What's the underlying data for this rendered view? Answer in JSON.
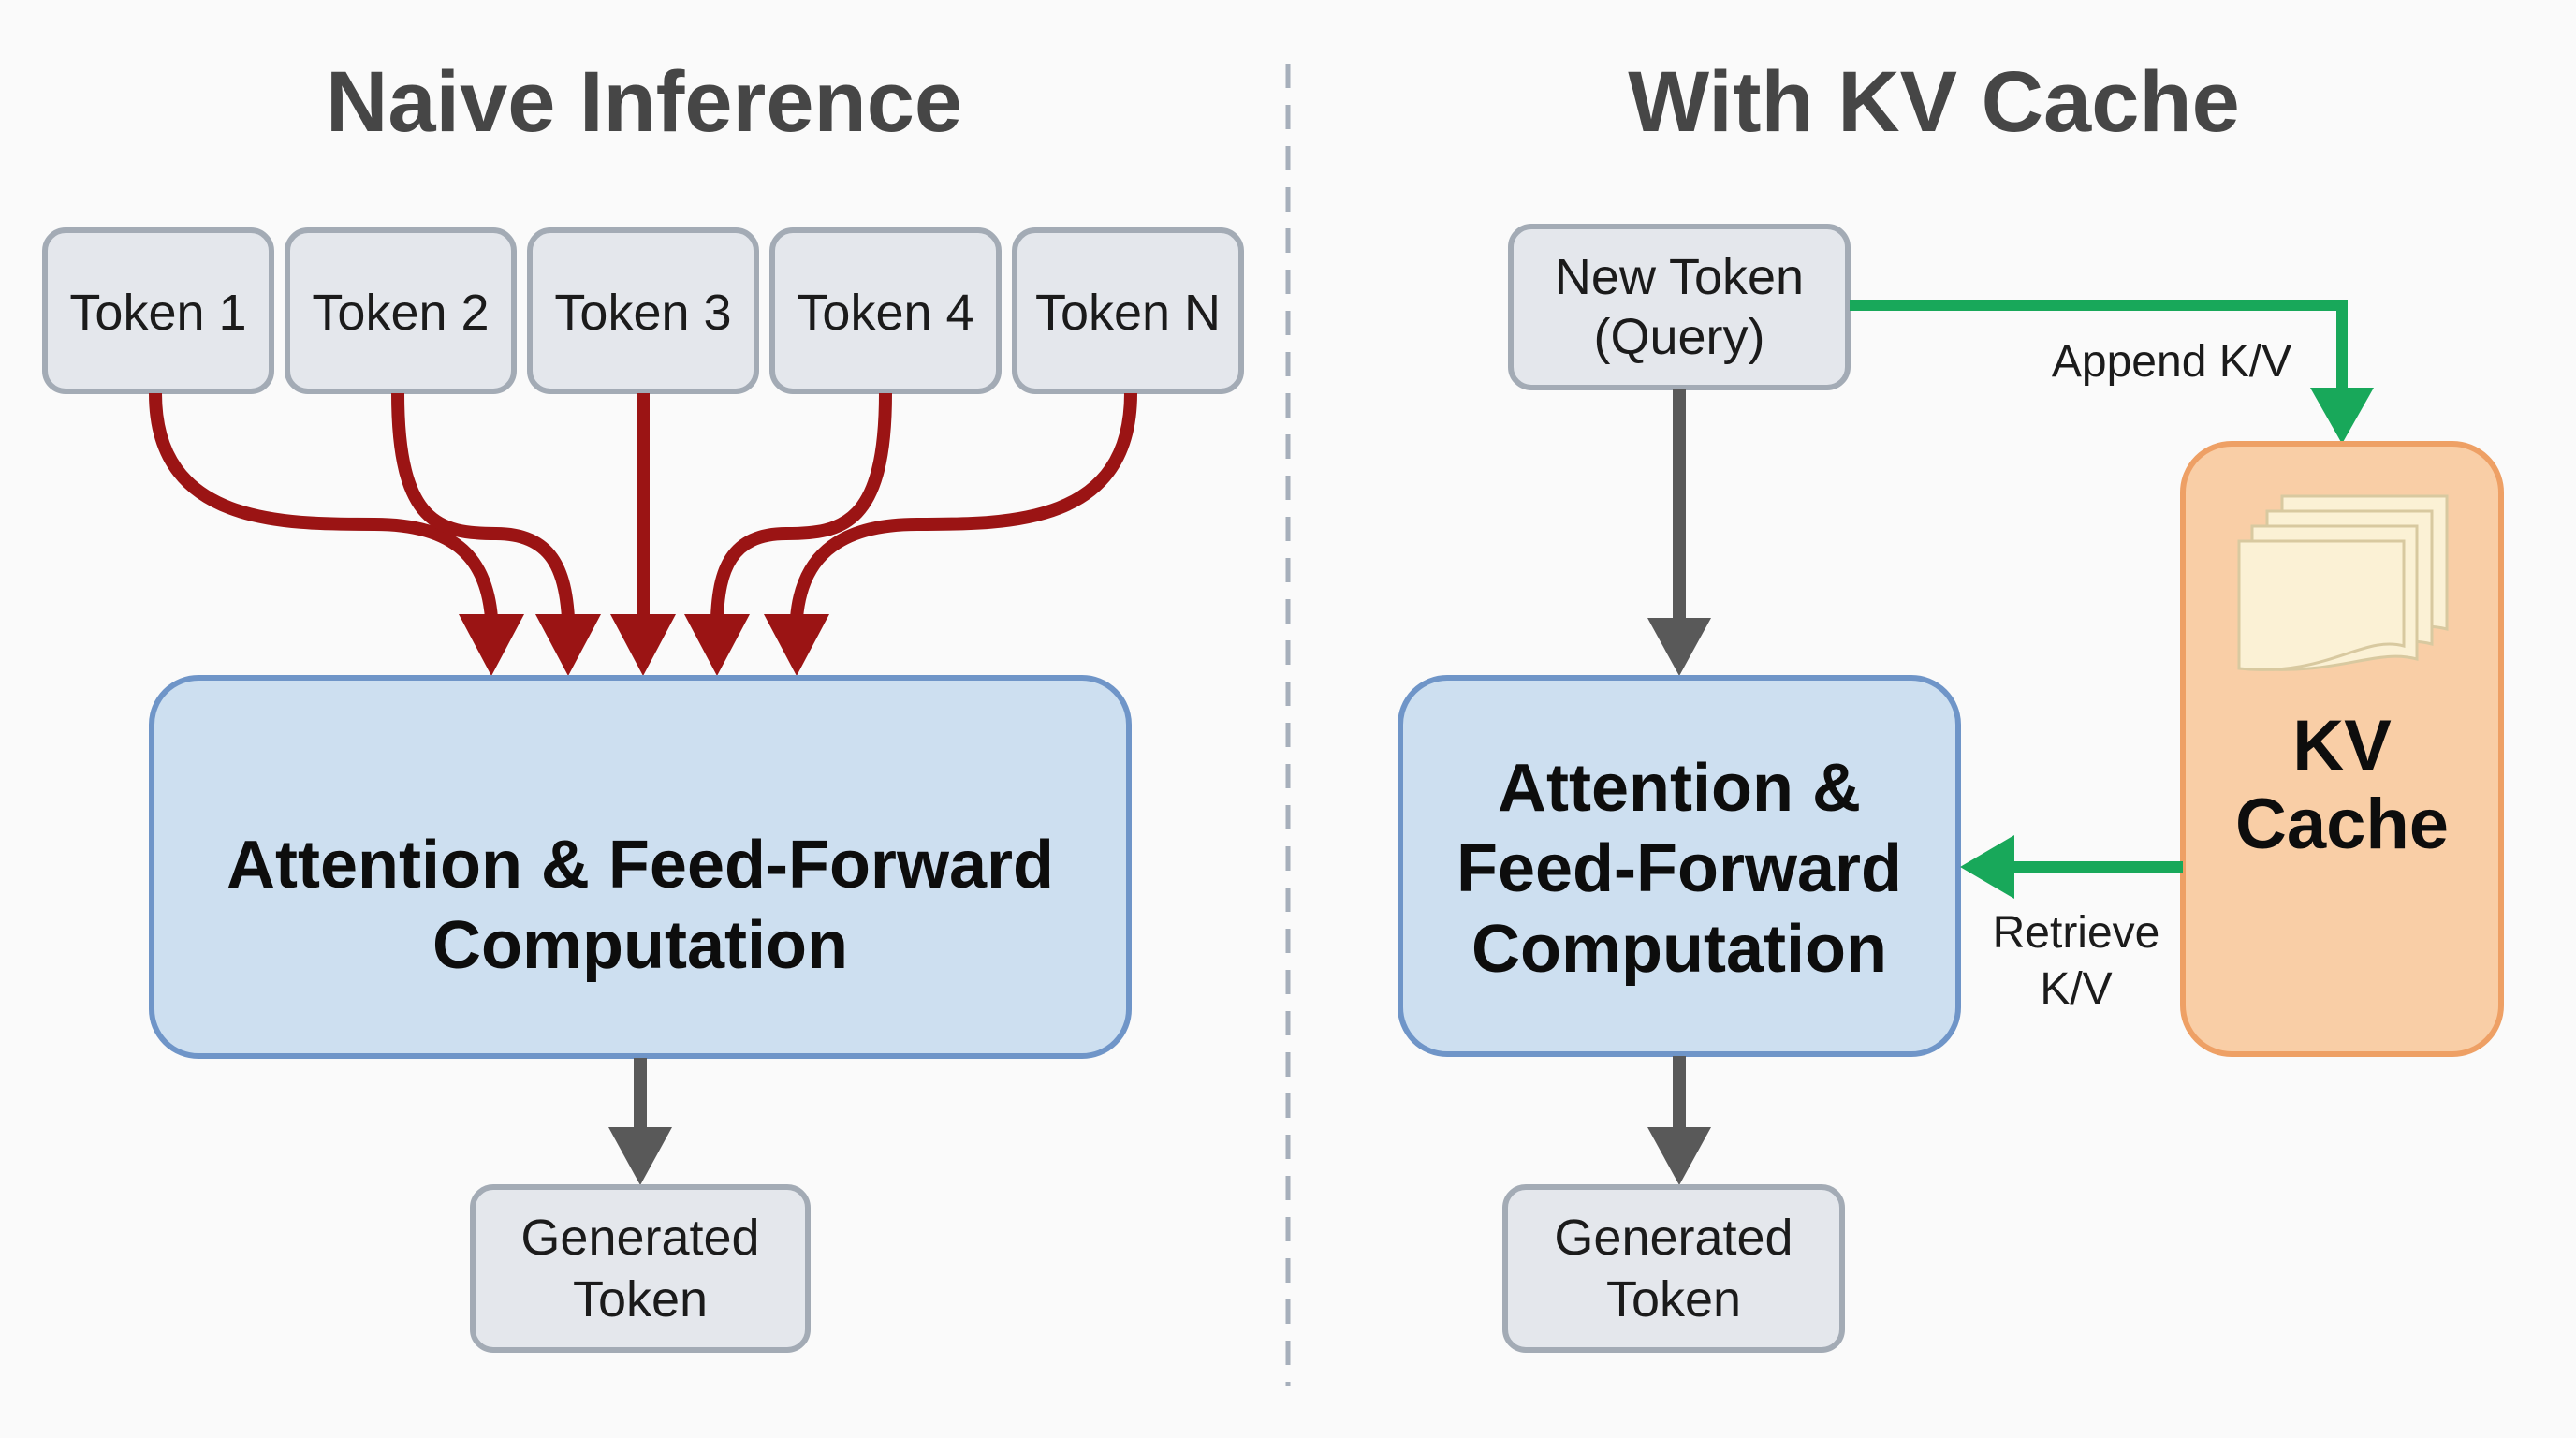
{
  "left_panel": {
    "title": "Naive Inference",
    "tokens": [
      "Token 1",
      "Token 2",
      "Token 3",
      "Token 4",
      "Token N"
    ],
    "compute_lines": [
      "Attention & Feed-Forward",
      "Computation"
    ],
    "output_lines": [
      "Generated",
      "Token"
    ]
  },
  "right_panel": {
    "title": "With KV Cache",
    "new_token_lines": [
      "New Token",
      "(Query)"
    ],
    "compute_lines": [
      "Attention &",
      "Feed-Forward",
      "Computation"
    ],
    "output_lines": [
      "Generated",
      "Token"
    ],
    "cache_lines": [
      "KV",
      "Cache"
    ],
    "cache_icon": "stacked-documents-icon",
    "append_label": "Append K/V",
    "retrieve_lines": [
      "Retrieve",
      "K/V"
    ]
  },
  "colors": {
    "token_arrows": "#9b1414",
    "flow_arrows": "#595959",
    "cache_arrows": "#18a85a",
    "compute_fill": "#cddff0",
    "cache_fill": "#f9cea6",
    "token_fill": "#e4e7ec"
  }
}
